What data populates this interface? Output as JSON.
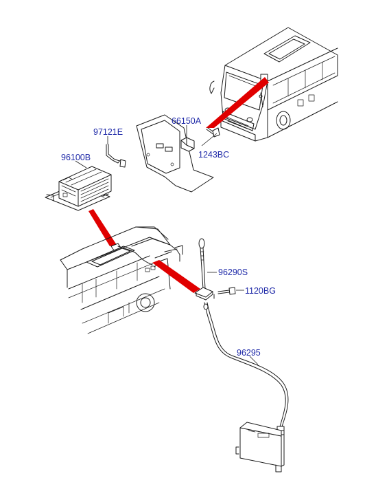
{
  "diagram": {
    "labels": {
      "p97121E": "97121E",
      "p96100B": "96100B",
      "p66150A": "66150A",
      "p1243BC": "1243BC",
      "p96290S": "96290S",
      "p1120BG": "1120BG",
      "p96295": "96295"
    },
    "colors": {
      "label": "#1f2aa8",
      "callout": "#e00000",
      "line": "#1a1a1a",
      "background": "#ffffff"
    }
  }
}
